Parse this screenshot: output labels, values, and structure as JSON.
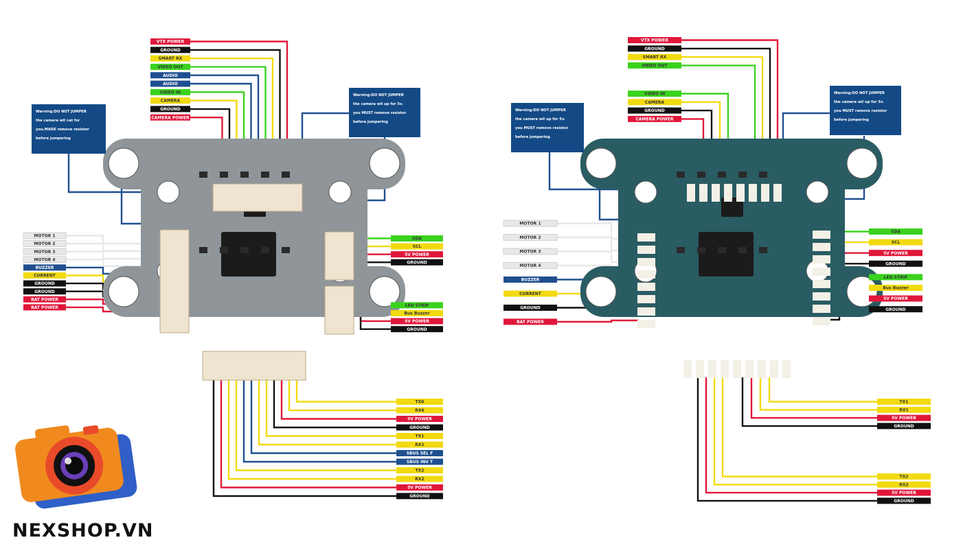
{
  "brand": {
    "name": "NEXSHOP.VN"
  },
  "colors": {
    "red": "#e0173a",
    "black": "#111111",
    "yellow": "#f2da10",
    "green": "#3bd21e",
    "blue": "#1f4f8f",
    "white": "#e8e8e8",
    "navy": "#134a86",
    "board_left": "#8f9599",
    "board_right": "#2a5c63"
  },
  "left_board": {
    "warnings": [
      {
        "lines": [
          "Warning:DO NOT JUMPER",
          "the camera wil cat for",
          "you.MADE remove resistor",
          "before jumpering"
        ]
      },
      {
        "lines": [
          "Warning:DO NOT JUMPER",
          "the camera wil up for 5v.",
          "you MUST remove resistor",
          "before jumpering"
        ]
      }
    ],
    "top_labels": [
      {
        "text": "VTX POWER",
        "color": "red"
      },
      {
        "text": "GROUND",
        "color": "black"
      },
      {
        "text": "SMART RX",
        "color": "yellow"
      },
      {
        "text": "VIDEO OUT",
        "color": "green"
      },
      {
        "text": "AUDIO",
        "color": "blue"
      },
      {
        "text": "AUDIO",
        "color": "blue"
      },
      {
        "text": "VIDEO IN",
        "color": "green"
      },
      {
        "text": "CAMERA",
        "color": "yellow"
      },
      {
        "text": "GROUND",
        "color": "black"
      },
      {
        "text": "CAMERA POWER",
        "color": "red"
      }
    ],
    "left_labels": [
      {
        "text": "MOTOR 1",
        "color": "white"
      },
      {
        "text": "MOTOR 2",
        "color": "white"
      },
      {
        "text": "MOTOR 3",
        "color": "white"
      },
      {
        "text": "MOTOR 4",
        "color": "white"
      },
      {
        "text": "BUZZER",
        "color": "blue"
      },
      {
        "text": "CURRENT",
        "color": "yellow"
      },
      {
        "text": "GROUND",
        "color": "black"
      },
      {
        "text": "GROUND",
        "color": "black"
      },
      {
        "text": "BAT POWER",
        "color": "red"
      },
      {
        "text": "BAT POWER",
        "color": "red"
      }
    ],
    "right_labels": [
      {
        "text": "SDA",
        "color": "green"
      },
      {
        "text": "SCL",
        "color": "yellow"
      },
      {
        "text": "5V POWER",
        "color": "red"
      },
      {
        "text": "GROUND",
        "color": "black"
      },
      {
        "text": "LED STRIP",
        "color": "green"
      },
      {
        "text": "Bus Buzzer",
        "color": "yellow"
      },
      {
        "text": "5V POWER",
        "color": "red"
      },
      {
        "text": "GROUND",
        "color": "black"
      }
    ],
    "bottom_labels": [
      {
        "text": "TX6",
        "color": "yellow"
      },
      {
        "text": "RX6",
        "color": "yellow"
      },
      {
        "text": "5V POWER",
        "color": "red"
      },
      {
        "text": "GROUND",
        "color": "black"
      },
      {
        "text": "TX1",
        "color": "yellow"
      },
      {
        "text": "RX1",
        "color": "yellow"
      },
      {
        "text": "SBUS SEL F",
        "color": "blue"
      },
      {
        "text": "SBUS INV T",
        "color": "blue"
      },
      {
        "text": "TX2",
        "color": "yellow"
      },
      {
        "text": "RX2",
        "color": "yellow"
      },
      {
        "text": "5V POWER",
        "color": "red"
      },
      {
        "text": "GROUND",
        "color": "black"
      }
    ]
  },
  "right_board": {
    "warnings": [
      {
        "lines": [
          "Warning:DO NOT JUMPER",
          "the camera wil up for 5v.",
          "you MUST remove resistor",
          "before jumpering"
        ]
      },
      {
        "lines": [
          "Warning:DO NOT JUMPER",
          "the camera wil up for 5v.",
          "you MUST remove resistor",
          "before jumpering"
        ]
      }
    ],
    "top_labels_a": [
      {
        "text": "VTX POWER",
        "color": "red"
      },
      {
        "text": "GROUND",
        "color": "black"
      },
      {
        "text": "SMART RX",
        "color": "yellow"
      },
      {
        "text": "VIDEO OUT",
        "color": "green"
      }
    ],
    "top_labels_b": [
      {
        "text": "VIDEO IN",
        "color": "green"
      },
      {
        "text": "CAMERA",
        "color": "yellow"
      },
      {
        "text": "GROUND",
        "color": "black"
      },
      {
        "text": "CAMERA POWER",
        "color": "red"
      }
    ],
    "left_labels": [
      {
        "text": "MOTOR 1",
        "color": "white"
      },
      {
        "text": "MOTOR 2",
        "color": "white"
      },
      {
        "text": "MOTOR 3",
        "color": "white"
      },
      {
        "text": "MOTOR 4",
        "color": "white"
      },
      {
        "text": "BUZZER",
        "color": "blue"
      },
      {
        "text": "CURRENT",
        "color": "yellow"
      },
      {
        "text": "GROUND",
        "color": "black"
      },
      {
        "text": "BAT POWER",
        "color": "red"
      }
    ],
    "right_labels": [
      {
        "text": "SDA",
        "color": "green"
      },
      {
        "text": "SCL",
        "color": "yellow"
      },
      {
        "text": "5V POWER",
        "color": "red"
      },
      {
        "text": "GROUND",
        "color": "black"
      },
      {
        "text": "LED STRIP",
        "color": "green"
      },
      {
        "text": "Bus Buzzer",
        "color": "yellow"
      },
      {
        "text": "5V POWER",
        "color": "red"
      },
      {
        "text": "GROUND",
        "color": "black"
      }
    ],
    "bottom_labels_a": [
      {
        "text": "TX1",
        "color": "yellow"
      },
      {
        "text": "RX1",
        "color": "yellow"
      },
      {
        "text": "5V POWER",
        "color": "red"
      },
      {
        "text": "GROUND",
        "color": "black"
      }
    ],
    "bottom_labels_b": [
      {
        "text": "TX2",
        "color": "yellow"
      },
      {
        "text": "RX2",
        "color": "yellow"
      },
      {
        "text": "5V POWER",
        "color": "red"
      },
      {
        "text": "GROUND",
        "color": "black"
      }
    ]
  }
}
